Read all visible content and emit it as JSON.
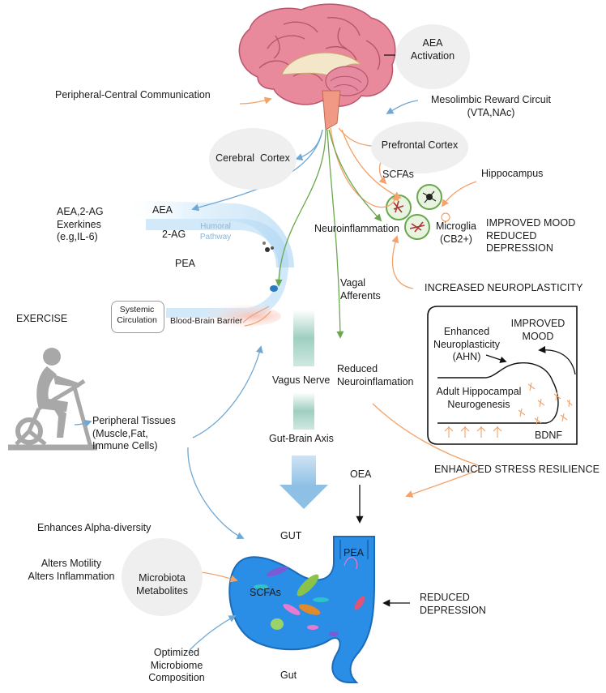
{
  "labels": {
    "aea_activation": "AEA\nActivation",
    "peripheral_central": "Peripheral-Central Communication",
    "mesolimbic": "Mesolimbic Reward Circuit\n(VTA,NAc)",
    "cerebral_cortex": "Cerebral  Cortex",
    "prefrontal_cortex": "Prefrontal Cortex",
    "scfas_top": "SCFAs",
    "hippocampus": "Hippocampus",
    "aea_2ag_exerkines": "AEA,2-AG\nExerkines\n(e.g,IL-6)",
    "aea": "AEA",
    "two_ag": "2-AG",
    "humoral_pathway": "Humoral\nPathway",
    "pea_top": "PEA",
    "neuroinflammation": "Neuroinflammation",
    "microglia": "Microglia\n(CB2+)",
    "improved_mood_reduced_depression": "IMPROVED MOOD\nREDUCED DEPRESSION",
    "vagal_afferents": "Vagal\nAfferents",
    "increased_neuroplasticity": "INCREASED NEUROPLASTICITY",
    "exercise": "EXERCISE",
    "systemic_circulation": "Systemic\nCirculation",
    "blood_brain_barrier": "Blood-Brain Barrier",
    "vagus_nerve": "Vagus Nerve",
    "reduced_neuroinflamation": "Reduced\nNeuroinflamation",
    "peripheral_tissues": "Peripheral  Tissues\n(Muscle,Fat,\nImmune Cells)",
    "gut_brain_axis": "Gut-Brain Axis",
    "enhanced_stress_resilience": "ENHANCED STRESS RESILIENCE",
    "oea": "OEA",
    "enhances_alpha_diversity": "Enhances Alpha-diversity",
    "gut_top": "GUT",
    "alters_motility": "Alters Motility\nAlters Inflammation",
    "microbiota_metabolites": "Microbiota\nMetabolites",
    "pea_gut": "PEA",
    "scfas_gut": "SCFAs",
    "reduced_depression": "REDUCED\nDEPRESSION",
    "optimized_microbiome": "Optimized\nMicrobiome\nComposition",
    "gut_bottom": "Gut"
  },
  "inset": {
    "enhanced_neuroplasticity": "Enhanced\nNeuroplasticity\n(AHN)",
    "improved_mood": "IMPROVED\nMOOD",
    "adult_hippocampal": "Adult Hippocampal\nNeurogenesis",
    "bdnf": "BDNF"
  },
  "colors": {
    "orange_arrow": "#f2a26a",
    "blue_arrow": "#6fa8d4",
    "green_arrow": "#6aa84f",
    "gut_blue": "#2b8ee6",
    "brain_pink": "#e07a8f",
    "bubble_grey": "#efefef"
  }
}
